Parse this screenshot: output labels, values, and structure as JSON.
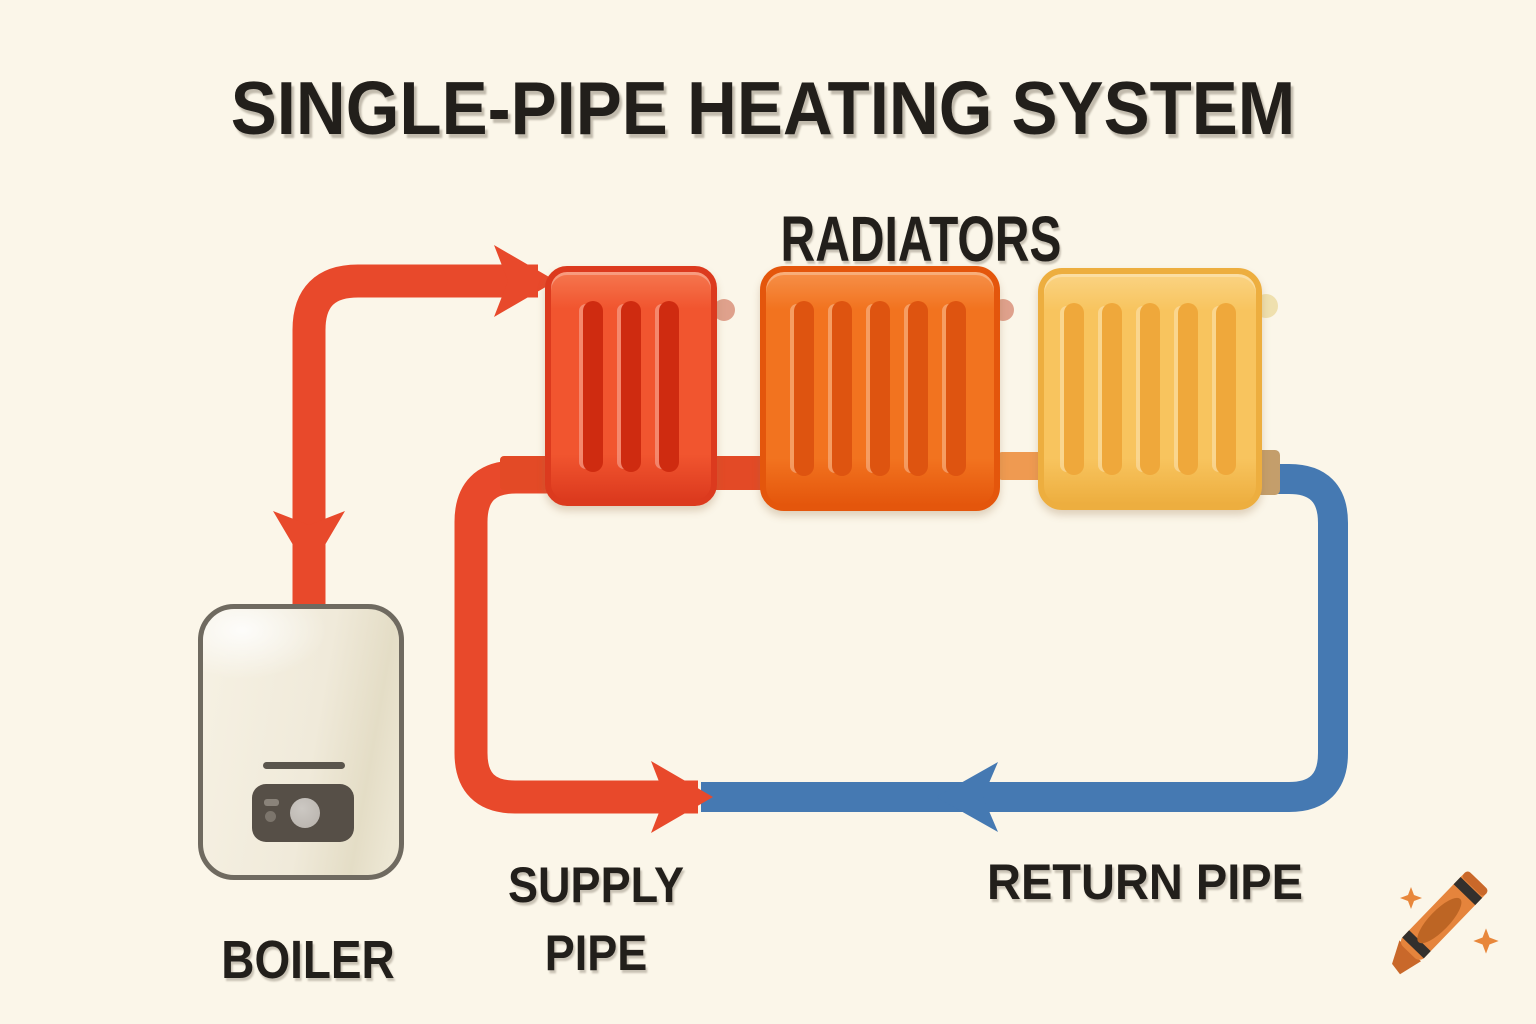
{
  "title": "SINGLE-PIPE HEATING SYSTEM",
  "labels": {
    "radiators": "RADIATORS",
    "boiler": "BOILER",
    "supply_line1": "SUPPLY",
    "supply_line2": "PIPE",
    "return_pipe": "RETURN PIPE"
  },
  "colors": {
    "bg": "#FBF6E9",
    "ink": "#221F1B",
    "supply": "#E8492B",
    "return": "#4579B2",
    "rad1_body": "#F1552F",
    "rad1_edge": "#DC3A1E",
    "rad1_slat": "#CF2B10",
    "rad1_light": "#F5774F",
    "rad2_body": "#F2731F",
    "rad2_edge": "#E4560C",
    "rad2_slat": "#DE5410",
    "rad2_light": "#F69049",
    "rad3_body": "#F8C45E",
    "rad3_edge": "#EDAE3F",
    "rad3_slat": "#EFA83B",
    "rad3_light": "#FAD383",
    "boiler_body": "#F0EADA",
    "boiler_edge": "#6F6A60",
    "boiler_panel": "#564F47",
    "boiler_knob": "#BDB8B2",
    "boiler_shade": "#E4DDC6",
    "conn_red": "#E34A26",
    "conn_orange": "#EF9A51",
    "conn_tan": "#C49E6B",
    "knob_pink": "#DFA18C",
    "knob_cream": "#EFE0AE",
    "crayon": "#E5843C",
    "crayon_dark": "#C9682A",
    "crayon_label": "#BD6524",
    "crayon_stripe": "#33302D",
    "sparkle": "#E8873B"
  },
  "diagram": {
    "radiators": [
      {
        "id": "radiator-1",
        "body": "#F1552F",
        "slats": 3
      },
      {
        "id": "radiator-2",
        "body": "#F2731F",
        "slats": 5
      },
      {
        "id": "radiator-3",
        "body": "#F8C45E",
        "slats": 5
      }
    ],
    "supply_pipe_color": "#E8492B",
    "return_pipe_color": "#4579B2"
  },
  "watermark": {
    "icon": "crayon-icon"
  }
}
